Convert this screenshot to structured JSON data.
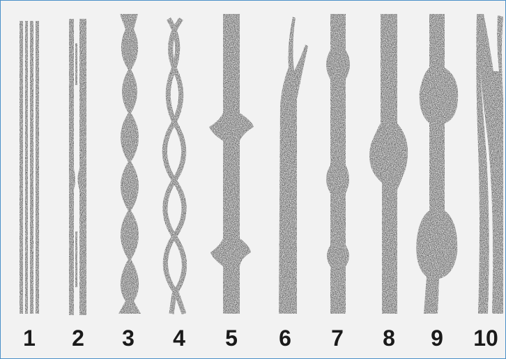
{
  "figure": {
    "labels": [
      "1",
      "2",
      "3",
      "4",
      "5",
      "6",
      "7",
      "8",
      "9",
      "10"
    ],
    "ink_color": "#111111",
    "paper_color": "#f2f2f2",
    "border_color": "#4a8fc8"
  }
}
